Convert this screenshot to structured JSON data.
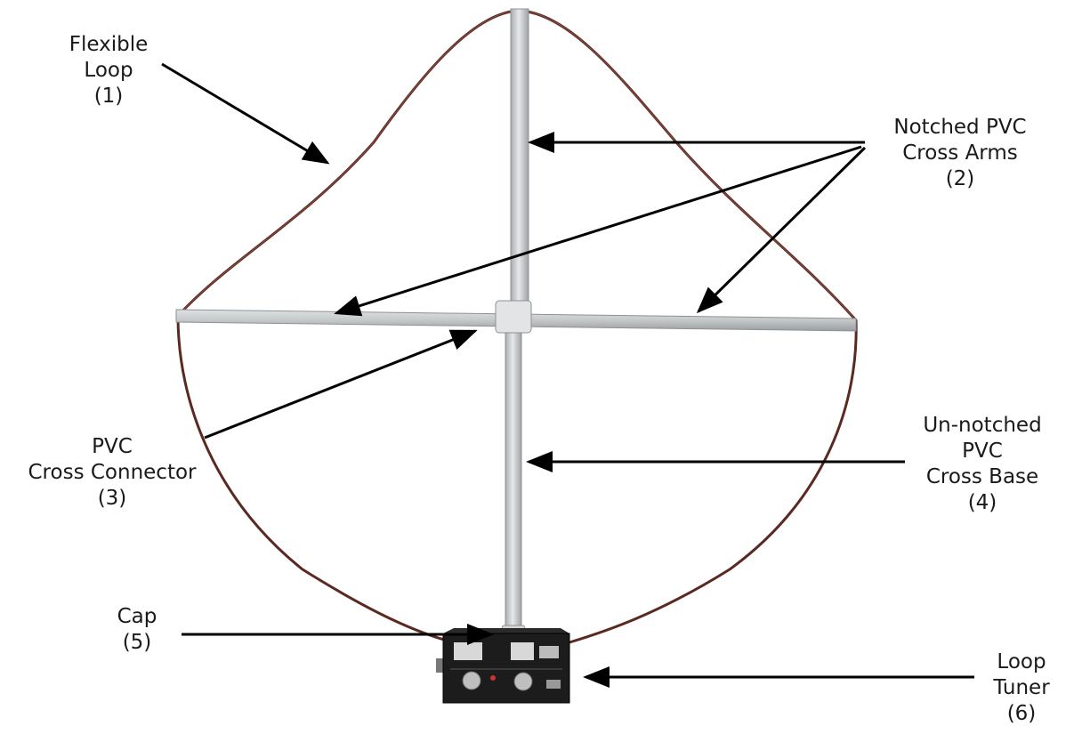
{
  "labels": {
    "flexible_loop": {
      "lines": [
        "Flexible",
        "Loop",
        "(1)"
      ]
    },
    "cross_arms": {
      "lines": [
        "Notched PVC",
        "Cross Arms",
        "(2)"
      ]
    },
    "cross_connector": {
      "lines": [
        "PVC",
        "Cross Connector",
        "(3)"
      ]
    },
    "cross_base": {
      "lines": [
        "Un-notched",
        "PVC",
        "Cross Base",
        "(4)"
      ]
    },
    "cap": {
      "lines": [
        "Cap",
        "(5)"
      ]
    },
    "loop_tuner": {
      "lines": [
        "Loop",
        "Tuner",
        "(6)"
      ]
    }
  },
  "colors": {
    "background": "#ffffff",
    "pvc_pipe": "#c9cccd",
    "loop_wire": "#5a2a22",
    "tuner_box": "#1c1c1c",
    "arrow": "#000000",
    "label_text": "#1a1a1a"
  }
}
